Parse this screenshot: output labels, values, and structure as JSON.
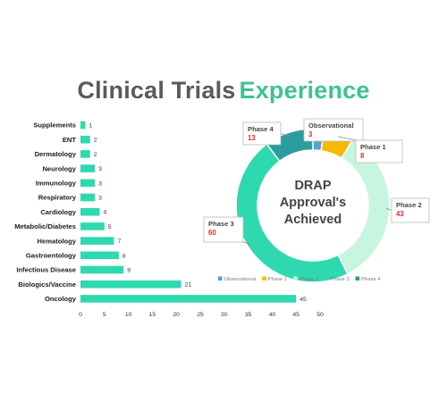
{
  "title": {
    "part1": "Clinical Trials",
    "part2": "Experience"
  },
  "chart_data": [
    {
      "type": "bar",
      "orientation": "horizontal",
      "categories": [
        "Supplements",
        "ENT",
        "Dermatology",
        "Neurology",
        "Immunology",
        "Respiratory",
        "Cardiology",
        "Metabolic/Diabetes",
        "Hematology",
        "Gastroentology",
        "Infectious Disease",
        "Biologics/Vaccine",
        "Oncology"
      ],
      "values": [
        1,
        2,
        2,
        3,
        3,
        3,
        4,
        5,
        7,
        8,
        9,
        21,
        45
      ],
      "xlim": [
        0,
        50
      ],
      "xticks": [
        0,
        5,
        10,
        15,
        20,
        25,
        30,
        35,
        40,
        45,
        50
      ],
      "bar_color": "#2fd9b0",
      "grid": false
    },
    {
      "type": "pie",
      "style": "donut",
      "center_text": [
        "DRAP",
        "Approval's",
        "Achieved"
      ],
      "slices": [
        {
          "label": "Observational",
          "value": 3,
          "color": "#5aa0d0"
        },
        {
          "label": "Phase 1",
          "value": 8,
          "color": "#f7b900"
        },
        {
          "label": "Phase 2",
          "value": 43,
          "color": "#c8f5df"
        },
        {
          "label": "Phase 3",
          "value": 60,
          "color": "#2fd9b0"
        },
        {
          "label": "Phase 4",
          "value": 13,
          "color": "#2a9d9c"
        }
      ],
      "legend": "bottom"
    }
  ]
}
